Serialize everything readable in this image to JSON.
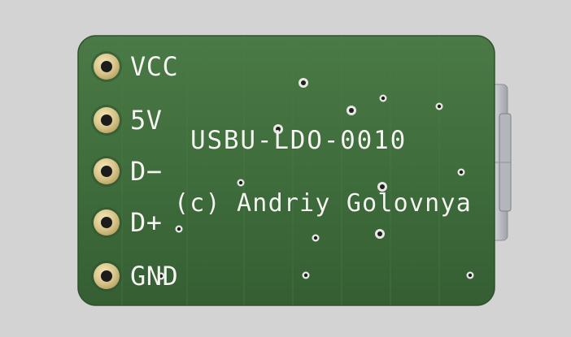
{
  "board": {
    "name": "USBU-LDO-0010",
    "credit": "(c) Andriy Golovnya",
    "pins": [
      "VCC",
      "5V",
      "D−",
      "D+",
      "GND"
    ]
  },
  "colors": {
    "background": "#d3d3d3",
    "solder_mask": "#3e6b3c",
    "silkscreen": "#f4f4f0",
    "pad_gold": "#d8c58a",
    "connector_metal": "#c9cccf"
  }
}
